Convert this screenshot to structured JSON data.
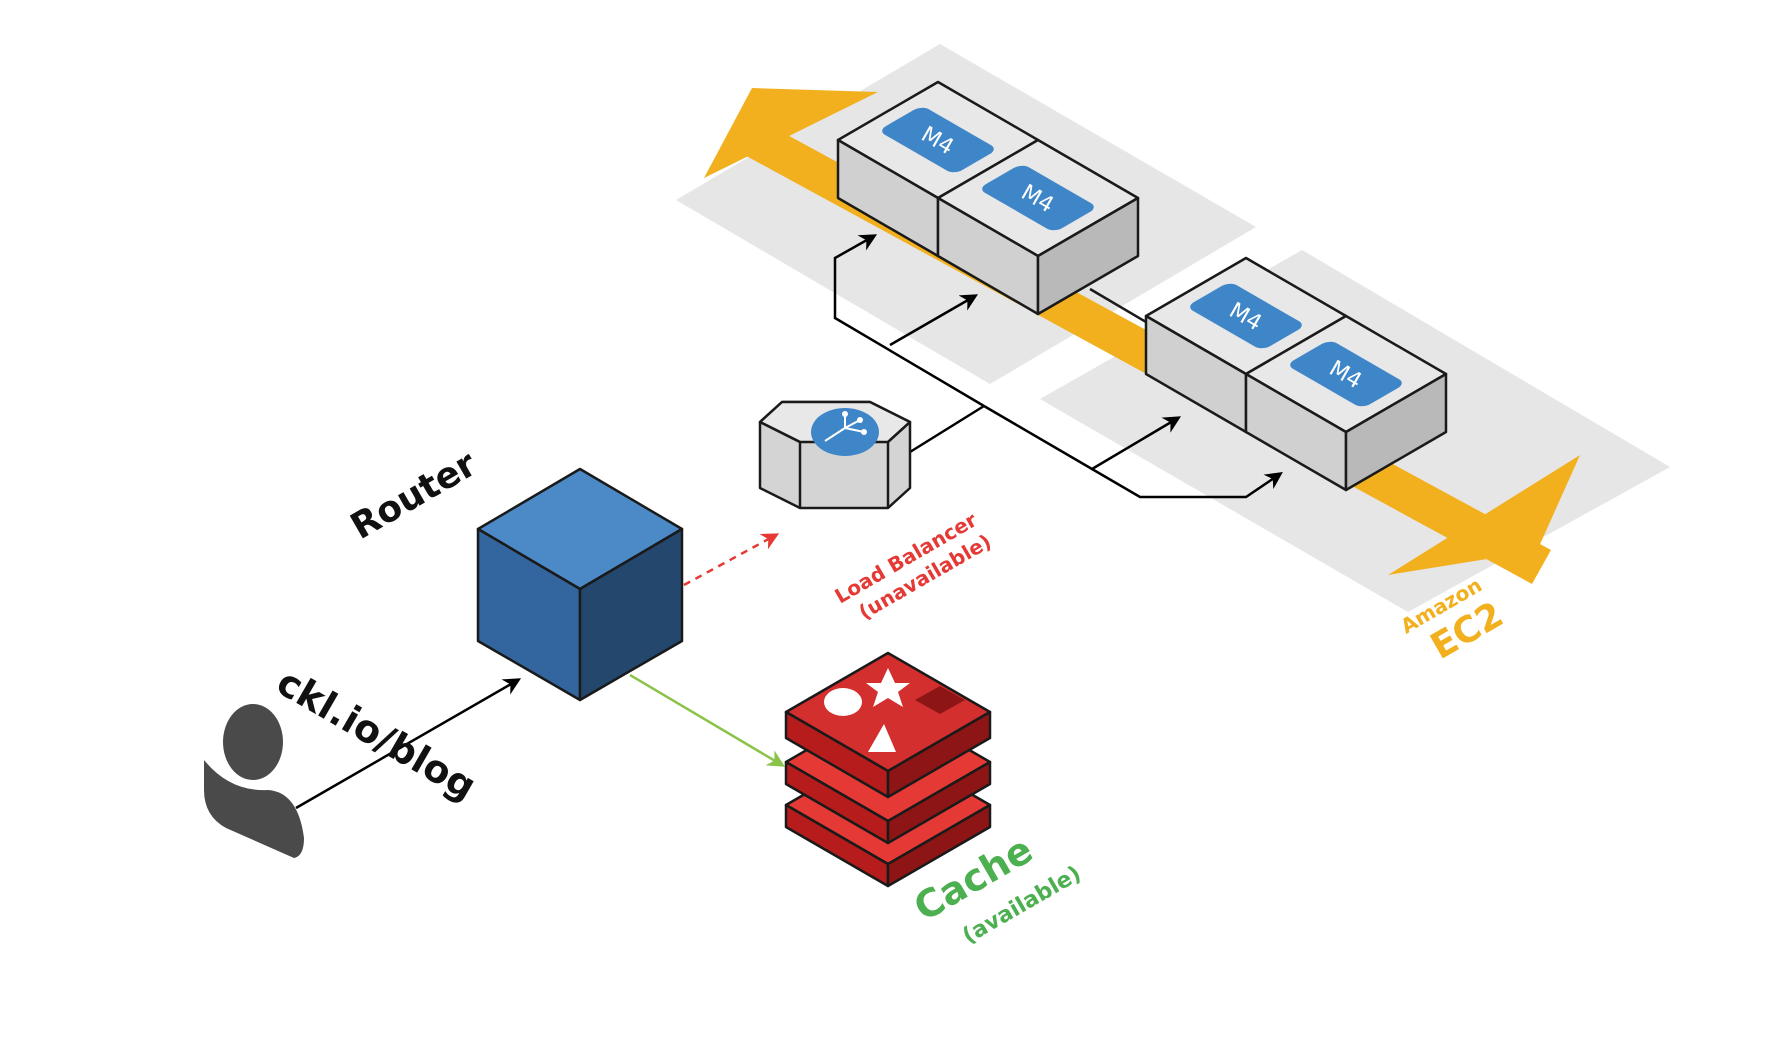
{
  "labels": {
    "router": "Router",
    "url": "ckl.io/blog",
    "load_balancer": "Load Balancer",
    "load_balancer_status": "(unavailable)",
    "cache": "Cache",
    "cache_status": "(available)",
    "provider": "Amazon",
    "service": "EC2",
    "instance": "M4"
  },
  "instances": [
    {
      "label": "M4"
    },
    {
      "label": "M4"
    },
    {
      "label": "M4"
    },
    {
      "label": "M4"
    }
  ],
  "colors": {
    "router": "#3a78b4",
    "cache": "#d32f2f",
    "ec2_arrow": "#f2b01e",
    "ec2_label": "#f2b01e",
    "lb_unavailable": "#e53935",
    "cache_available": "#4caf50",
    "cache_link": "#8bc34a",
    "platform": "#e6e6e6",
    "instance_badge": "#3f86c9",
    "user_icon": "#4a4a4a"
  }
}
